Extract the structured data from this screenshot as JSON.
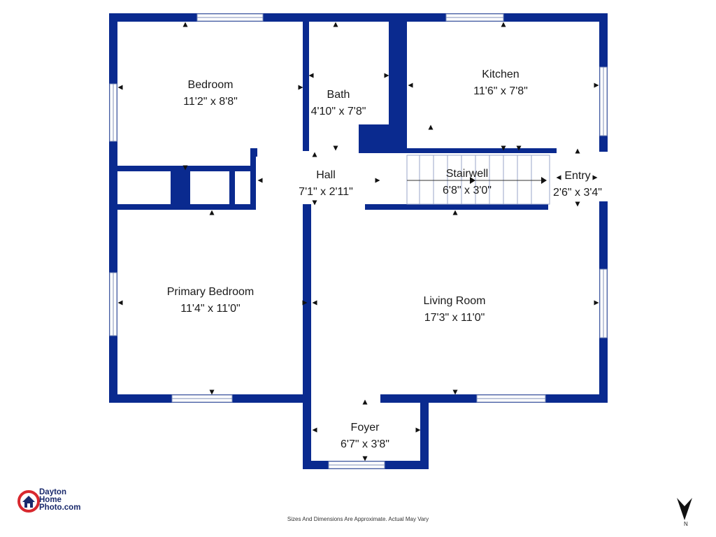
{
  "colors": {
    "wall": "#0a2a8f",
    "background": "#ffffff",
    "window": "#ffffff",
    "logo_red": "#d8282e",
    "logo_navy": "#1a2a6c"
  },
  "rooms": [
    {
      "name": "Bedroom",
      "dims": "11'2\" x 8'8\""
    },
    {
      "name": "Bath",
      "dims": "4'10\" x 7'8\""
    },
    {
      "name": "Kitchen",
      "dims": "11'6\" x 7'8\""
    },
    {
      "name": "Hall",
      "dims": "7'1\" x 2'11\""
    },
    {
      "name": "Stairwell",
      "dims": "6'8\" x 3'0\""
    },
    {
      "name": "Entry",
      "dims": "2'6\" x 3'4\""
    },
    {
      "name": "Primary Bedroom",
      "dims": "11'4\" x 11'0\""
    },
    {
      "name": "Living Room",
      "dims": "17'3\" x 11'0\""
    },
    {
      "name": "Foyer",
      "dims": "6'7\" x 3'8\""
    }
  ],
  "logo": {
    "line1": "Dayton",
    "line2": "Home",
    "line3": "Photo.com",
    "icon": "house-icon"
  },
  "disclaimer": "Sizes And Dimensions Are Approximate. Actual May Vary",
  "compass": {
    "label": "N",
    "icon": "north-arrow-icon"
  }
}
